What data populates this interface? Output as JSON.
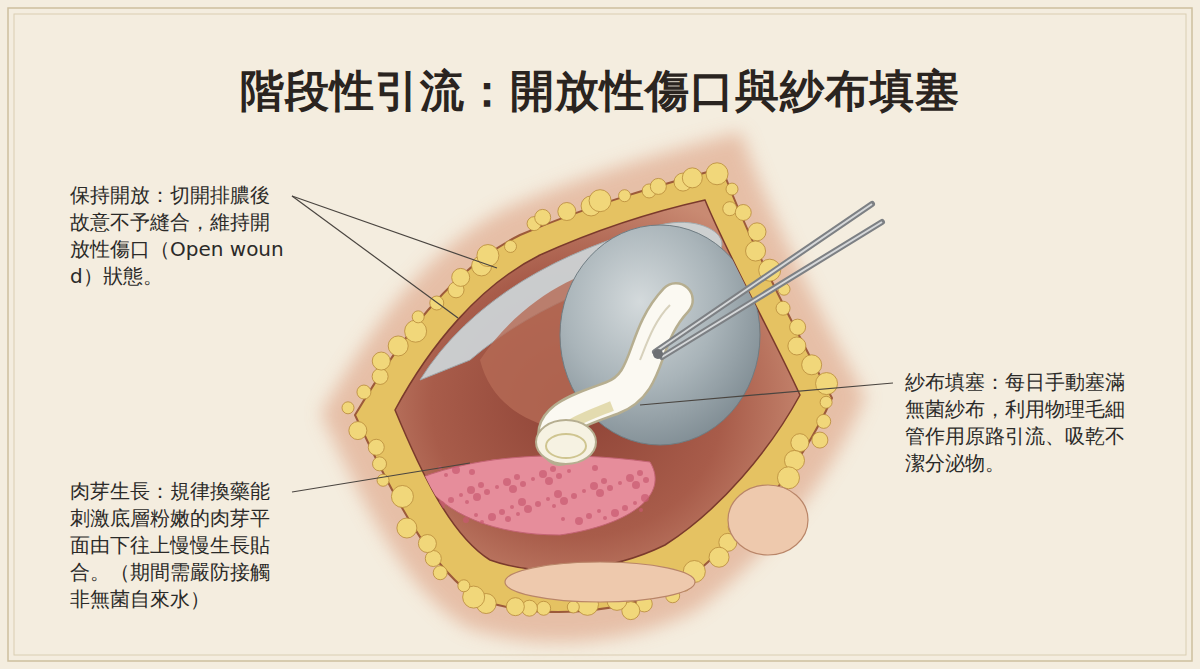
{
  "diagram": {
    "title": "階段性引流：開放性傷口與紗布填塞",
    "labels": [
      "保持開放：切開排膿後故意不予縫合，維持開放性傷口（Open wound）狀態。",
      "紗布填塞：每日手動塞滿無菌紗布，利用物理毛細管作用原路引流、吸乾不潔分泌物。",
      "肉芽生長：規律換藥能刺激底層粉嫩的肉芽平面由下往上慢慢生長貼合。（期間需嚴防接觸非無菌自來水）"
    ]
  }
}
